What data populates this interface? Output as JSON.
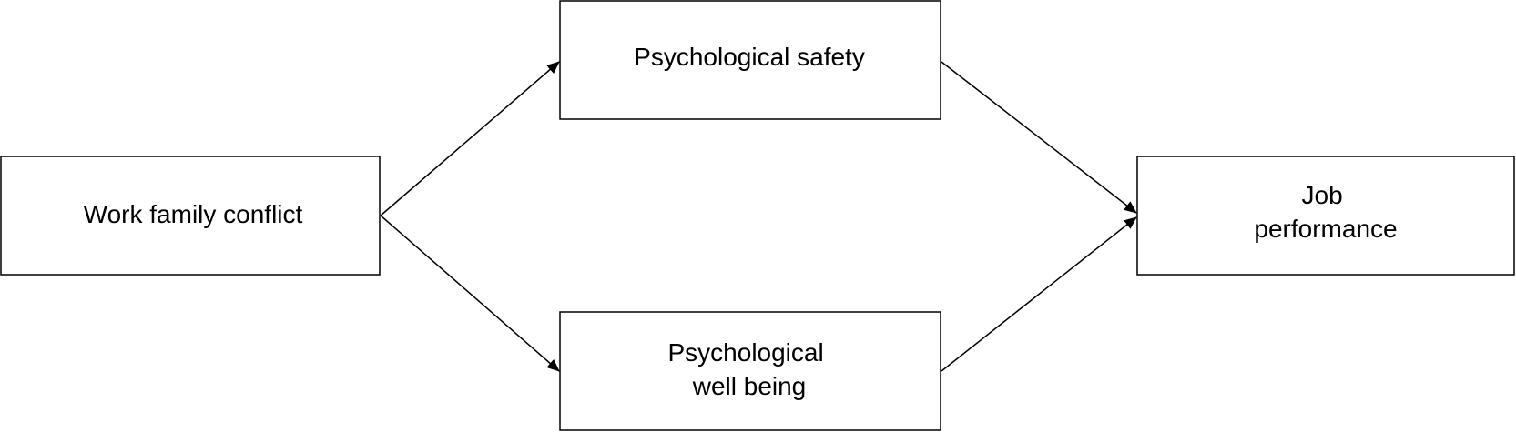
{
  "diagram": {
    "nodes": [
      {
        "id": "wfc",
        "lines": [
          "Work family conflict"
        ]
      },
      {
        "id": "ps",
        "lines": [
          "Psychological safety"
        ]
      },
      {
        "id": "pwb",
        "lines": [
          "Psychological",
          "well being"
        ]
      },
      {
        "id": "jp",
        "lines": [
          "Job",
          "performance"
        ]
      }
    ],
    "edges": [
      {
        "from": "wfc",
        "to": "ps"
      },
      {
        "from": "wfc",
        "to": "pwb"
      },
      {
        "from": "ps",
        "to": "jp"
      },
      {
        "from": "pwb",
        "to": "jp"
      }
    ],
    "colors": {
      "stroke": "#000000",
      "fill": "#ffffff",
      "text": "#000000"
    }
  }
}
